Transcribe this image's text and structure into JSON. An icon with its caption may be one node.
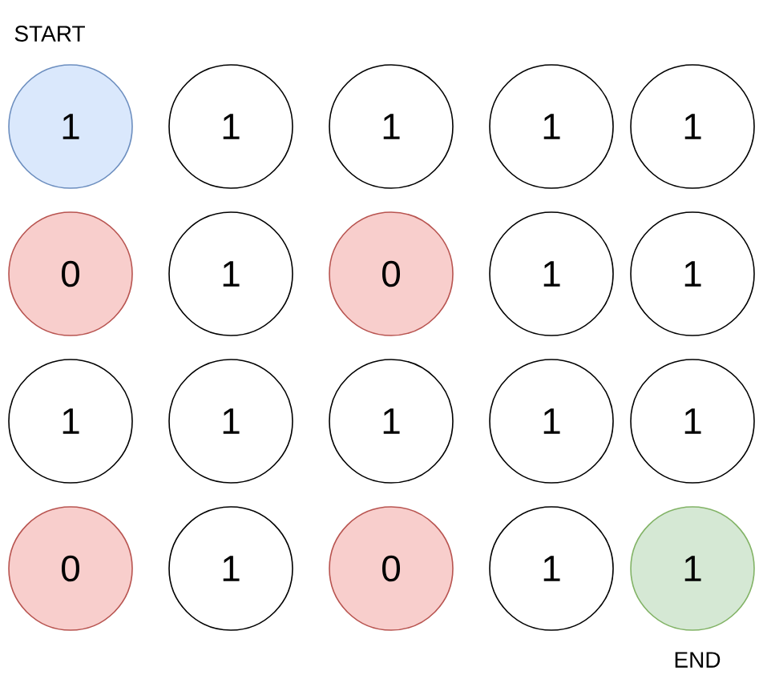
{
  "diagram": {
    "nodes": [
      {
        "text": [
          "1"
        ],
        "beside": [
          "START"
        ]
      },
      {
        "text": [
          "1"
        ]
      },
      {
        "text": [
          "1"
        ]
      },
      {
        "text": [
          "1"
        ]
      },
      {
        "text": [
          "1"
        ]
      },
      {
        "text": [
          "0"
        ]
      },
      {
        "text": [
          "1"
        ]
      },
      {
        "text": [
          "0"
        ]
      },
      {
        "text": [
          "1"
        ]
      },
      {
        "text": [
          "1"
        ]
      },
      {
        "text": [
          "1"
        ]
      },
      {
        "text": [
          "1"
        ]
      },
      {
        "text": [
          "1"
        ]
      },
      {
        "text": [
          "1"
        ]
      },
      {
        "text": [
          "1"
        ]
      },
      {
        "text": [
          "0"
        ]
      },
      {
        "text": [
          "1"
        ]
      },
      {
        "text": [
          "0"
        ]
      },
      {
        "text": [
          "1"
        ]
      },
      {
        "text": [
          "1"
        ],
        "beside": [
          "END"
        ]
      }
    ]
  }
}
